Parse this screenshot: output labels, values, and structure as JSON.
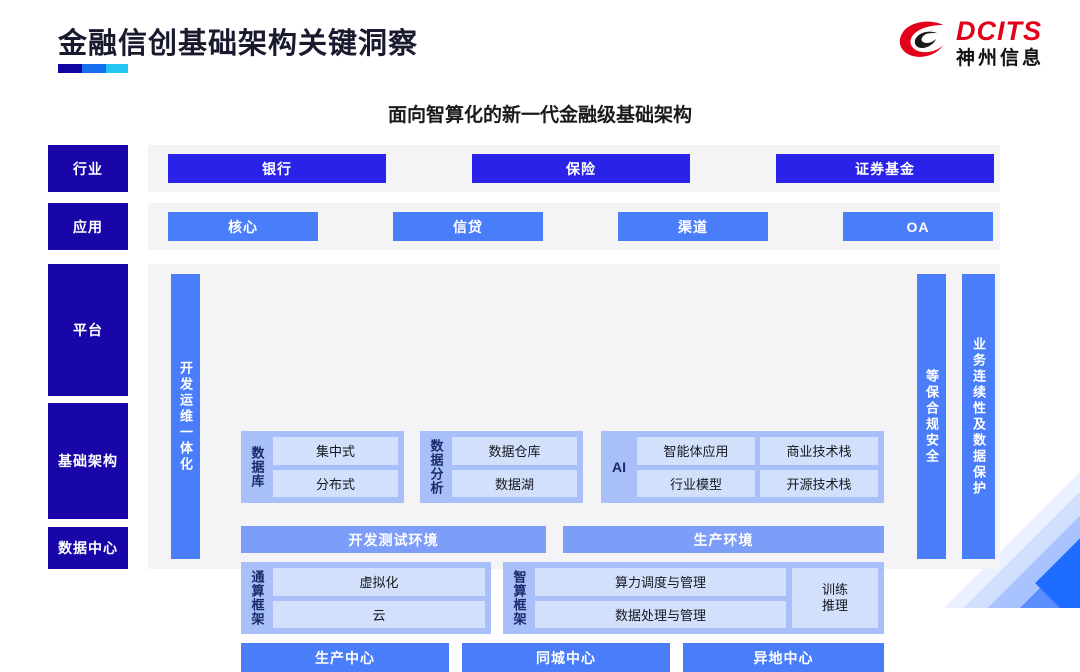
{
  "header": {
    "title": "金融信创基础架构关键洞察",
    "logo": {
      "en": "DCITS",
      "cn": "神州信息",
      "mark": "swirl-logo-icon"
    },
    "accent_colors": [
      "#10069f",
      "#1570ef",
      "#21c7f0"
    ]
  },
  "subtitle": "面向智算化的新一代金融级基础架构",
  "layers": {
    "industry": {
      "label": "行业",
      "items": [
        "银行",
        "保险",
        "证券基金"
      ]
    },
    "application": {
      "label": "应用",
      "items": [
        "核心",
        "信贷",
        "渠道",
        "OA"
      ]
    },
    "platform": {
      "label": "平台"
    },
    "infrastructure": {
      "label": "基础架构"
    },
    "datacenter": {
      "label": "数据中心"
    }
  },
  "side_bars": {
    "left_devops": "开发运维一体化",
    "right_security": "等保合规安全",
    "right_continuity": "业务连续性及数据保护"
  },
  "platform": {
    "database": {
      "tag": "数据库",
      "cells": [
        "集中式",
        "分布式"
      ]
    },
    "data_analysis": {
      "tag": "数据分析",
      "cells": [
        "数据仓库",
        "数据湖"
      ]
    },
    "ai": {
      "tag": "AI",
      "cells": [
        "智能体应用",
        "商业技术栈",
        "行业模型",
        "开源技术栈"
      ]
    },
    "environments": [
      "开发测试环境",
      "生产环境"
    ]
  },
  "infrastructure": {
    "general_compute": {
      "tag": "通算框架",
      "cells": [
        "虚拟化",
        "云"
      ]
    },
    "ai_compute": {
      "tag": "智算框架",
      "cells": [
        "算力调度与管理",
        "数据处理与管理"
      ],
      "extra": "训练\n推理",
      "extra_line1": "训练",
      "extra_line2": "推理"
    }
  },
  "datacenter": {
    "items": [
      "生产中心",
      "同城中心",
      "异地中心"
    ]
  },
  "colors": {
    "navy": "#1906a8",
    "chip_dark": "#2a22e8",
    "chip_mid": "#4a7dfa",
    "chip_light": "#7d9ef8",
    "group_bg": "#a8bffa",
    "cell_bg": "#d3e0fb",
    "panel_bg": "#f4f4f6",
    "logo_red": "#e2001a"
  }
}
